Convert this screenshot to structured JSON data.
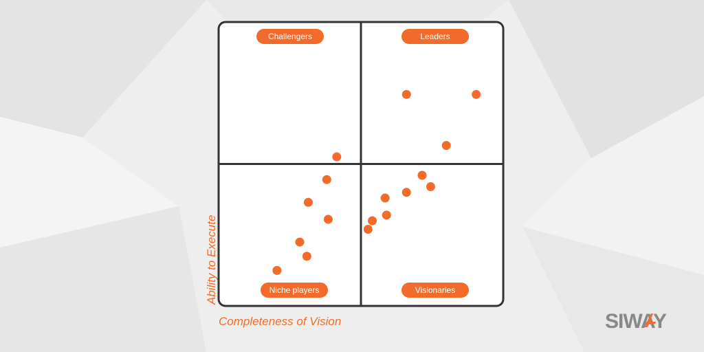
{
  "colors": {
    "accent": "#f26b2a",
    "frame": "#333333",
    "background": "#eeeeee",
    "panel": "#ffffff",
    "logo_gray": "#888888"
  },
  "brand": {
    "name": "SIWAY"
  },
  "chart_data": {
    "type": "scatter",
    "title": "",
    "xlabel": "Completeness of Vision",
    "ylabel": "Ability to Execute",
    "xlim": [
      0,
      100
    ],
    "ylim": [
      0,
      100
    ],
    "grid": false,
    "quadrants": [
      {
        "position": "top-left",
        "label": "Challengers"
      },
      {
        "position": "top-right",
        "label": "Leaders"
      },
      {
        "position": "bottom-left",
        "label": "Niche players"
      },
      {
        "position": "bottom-right",
        "label": "Visionaries"
      }
    ],
    "series": [
      {
        "points": [
          {
            "x": 66.0,
            "y": 74.5
          },
          {
            "x": 90.5,
            "y": 74.5
          },
          {
            "x": 80.0,
            "y": 56.5
          },
          {
            "x": 41.5,
            "y": 52.5
          },
          {
            "x": 38.0,
            "y": 44.5
          },
          {
            "x": 71.5,
            "y": 46.0
          },
          {
            "x": 74.5,
            "y": 42.0
          },
          {
            "x": 66.0,
            "y": 40.0
          },
          {
            "x": 58.5,
            "y": 38.0
          },
          {
            "x": 31.5,
            "y": 36.5
          },
          {
            "x": 38.5,
            "y": 30.5
          },
          {
            "x": 59.0,
            "y": 32.0
          },
          {
            "x": 54.0,
            "y": 30.0
          },
          {
            "x": 52.5,
            "y": 27.0
          },
          {
            "x": 28.5,
            "y": 22.5
          },
          {
            "x": 31.0,
            "y": 17.5
          },
          {
            "x": 20.5,
            "y": 12.5
          }
        ]
      }
    ]
  }
}
